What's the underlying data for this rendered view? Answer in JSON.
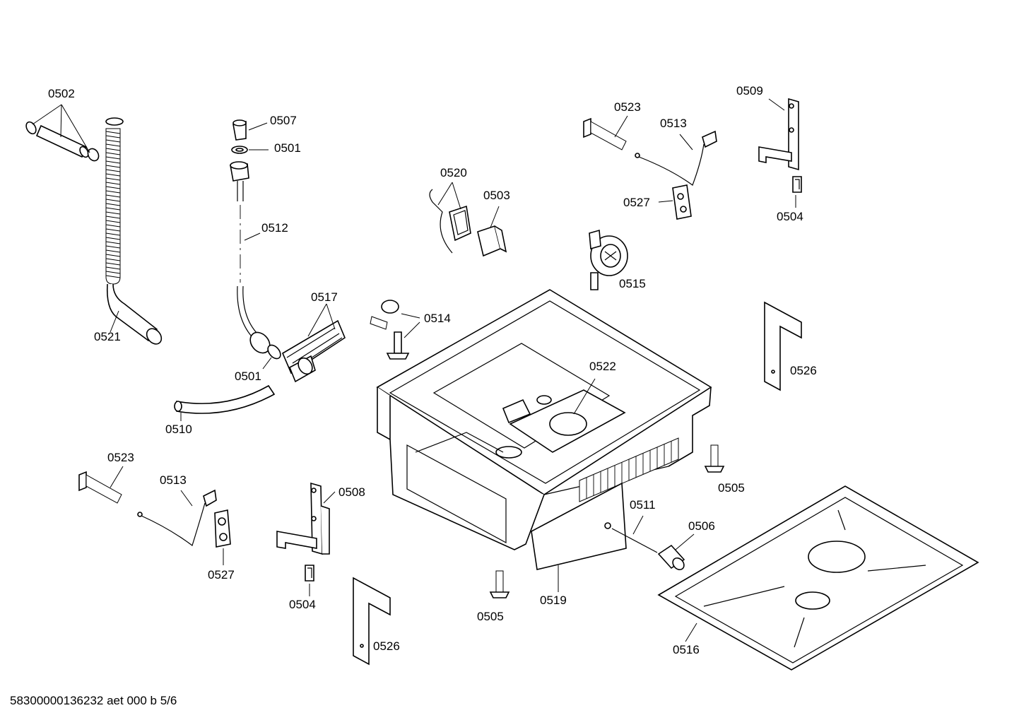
{
  "labels": {
    "p0502": "0502",
    "p0507": "0507",
    "p0501a": "0501",
    "p0512": "0512",
    "p0521": "0521",
    "p0517": "0517",
    "p0501b": "0501",
    "p0510": "0510",
    "p0520": "0520",
    "p0503": "0503",
    "p0514": "0514",
    "p0523a": "0523",
    "p0513a": "0513",
    "p0527a": "0527",
    "p0515": "0515",
    "p0509": "0509",
    "p0504a": "0504",
    "p0526a": "0526",
    "p0522": "0522",
    "p0505a": "0505",
    "p0523b": "0523",
    "p0513b": "0513",
    "p0527b": "0527",
    "p0508": "0508",
    "p0504b": "0504",
    "p0526b": "0526",
    "p0505b": "0505",
    "p0519": "0519",
    "p0511": "0511",
    "p0506": "0506",
    "p0516": "0516"
  },
  "footer": "58300000136232 aet 000 b 5/6"
}
